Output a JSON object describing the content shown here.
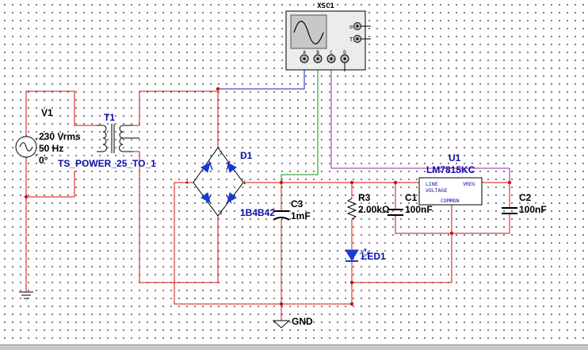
{
  "instruments": {
    "oscilloscope": {
      "ref": "XSC1",
      "side_terminals": [
        "o",
        "T"
      ],
      "channels": [
        "A",
        "B",
        "C",
        "D"
      ]
    }
  },
  "source": {
    "ref": "V1",
    "voltage": "230 Vrms",
    "frequency": "50 Hz",
    "phase": "0°"
  },
  "transformer": {
    "ref": "T1",
    "model": "TS_POWER_25_TO_1"
  },
  "bridge": {
    "ref": "D1",
    "model": "1B4B42",
    "pins": [
      "2",
      "4",
      "1",
      "3"
    ]
  },
  "capacitor_c3": {
    "ref": "C3",
    "value": "1mF"
  },
  "resistor_r3": {
    "ref": "R3",
    "value": "2.00kΩ"
  },
  "capacitor_c1": {
    "ref": "C1",
    "value": "100nF"
  },
  "capacitor_c2": {
    "ref": "C2",
    "value": "100nF"
  },
  "regulator": {
    "ref": "U1",
    "model": "LM7815KC",
    "pin_line": "LINE",
    "pin_voltage": "VOLTAGE",
    "pin_vreg": "VREG",
    "pin_common": "COMMON"
  },
  "led": {
    "ref": "LED1"
  },
  "ground": {
    "label": "GND"
  },
  "colors": {
    "wire_main": "#d01010",
    "wire_channel_a": "#1a1aa8",
    "wire_channel_b": "#109010",
    "wire_channel_c": "#9b22b8",
    "label": "#1010a8",
    "led": "#1a3ad0"
  }
}
